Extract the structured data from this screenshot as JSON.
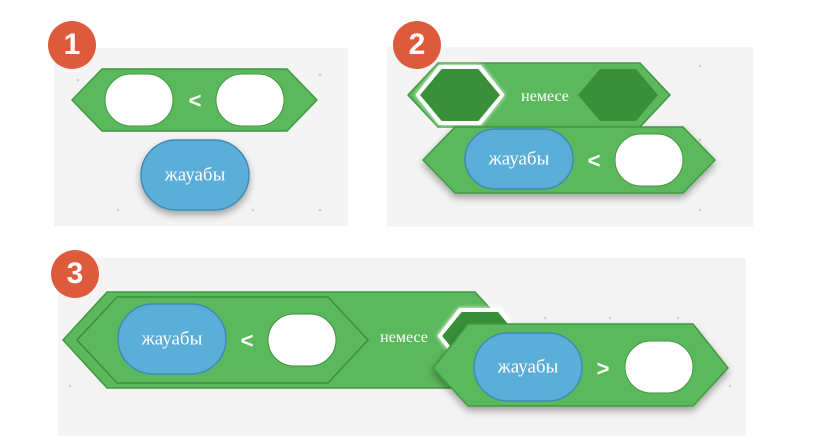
{
  "steps": [
    {
      "number": "1",
      "blocks": {
        "left_slot": "",
        "operator": "<",
        "right_slot": "",
        "reporter": "жауабы"
      }
    },
    {
      "number": "2",
      "blocks": {
        "or_label": "немесе",
        "reporter": "жауабы",
        "operator": "<",
        "right_slot": ""
      }
    },
    {
      "number": "3",
      "blocks": {
        "inner_reporter": "жауабы",
        "inner_operator": "<",
        "inner_slot": "",
        "or_label": "немесе",
        "drag_reporter": "жауабы",
        "drag_operator": ">",
        "drag_slot": ""
      }
    }
  ],
  "colors": {
    "operator_green": "#5cb85c",
    "operator_dark": "#3a8f3a",
    "operator_border": "#3f9a3f",
    "reporter_blue": "#5aaed8",
    "reporter_border": "#3e8cb5",
    "badge": "#dd5b3c",
    "panel": "#f4f4f4"
  }
}
